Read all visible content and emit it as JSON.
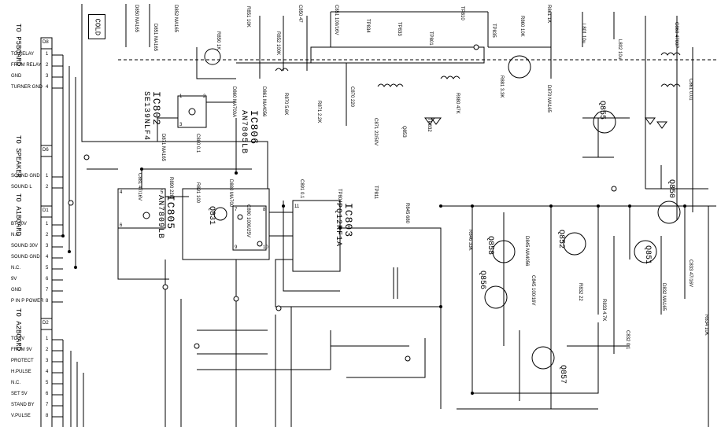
{
  "cold_label": "COLD",
  "connectors": {
    "p5": {
      "head": "TO",
      "board": "P5BOARD",
      "id": "D8"
    },
    "d6": {
      "head": "TO",
      "board": "SPEAKER",
      "id": "D6"
    },
    "d1": {
      "head": "TO",
      "board": "A1BOARD",
      "id": "D1"
    },
    "d2": {
      "head": "TO",
      "board": "A2BOARD",
      "id": "D2"
    }
  },
  "pins_top": [
    "TO RELAY",
    "FROM RELAY",
    "GND",
    "TURNER GND"
  ],
  "pins_speaker": [
    "SOUND GND",
    "SOUND L"
  ],
  "pins_a1": [
    "BT 30V",
    "N.C.",
    "SOUND 30V",
    "SOUND GND",
    "N.C.",
    "9V",
    "GND",
    "P IN P POWER"
  ],
  "pins_a2": [
    "TO 9V",
    "FROM 9V",
    "PROTECT",
    "H.PULSE",
    "N.C.",
    "SET 5V",
    "STAND BY",
    "V.PULSE"
  ],
  "ics": [
    {
      "name": "IC802",
      "part": "SE139NLF4"
    },
    {
      "name": "IC806",
      "part": "AN7805LB"
    },
    {
      "name": "IC805",
      "part": "AN7809LB"
    },
    {
      "name": "IC803",
      "part": "PQ12RF1A"
    }
  ],
  "transistors": [
    "Q855",
    "Q850",
    "Q851",
    "Q852",
    "Q858",
    "Q856",
    "Q857",
    "Q831"
  ],
  "part_labels": [
    "D850 MA165",
    "D851 MA165",
    "D852 MA165",
    "R850 1K",
    "R851 10K",
    "R852 100K",
    "C850 47",
    "C851 100/16V",
    "TP834",
    "TP833",
    "TP801",
    "TP810",
    "TP835",
    "R860 10K",
    "R861 1K",
    "L801 10u",
    "L802 10u",
    "C860 4700P",
    "C861 0.01",
    "D860 MA700A",
    "D861 MA4056",
    "R870 5.6K",
    "R871 2.2K",
    "C870 220",
    "C871 22/50V",
    "Q853",
    "TP832",
    "R880 47K",
    "R881 3.3K",
    "D870 MA165",
    "D871 MA165",
    "C880 0.1",
    "C881 47/16V",
    "R890 22K",
    "R891 100",
    "D880 MA700",
    "C890 1000/25V",
    "C891 0.1",
    "TP804",
    "TP811",
    "R845 680",
    "R846 33K",
    "D845 MA4056",
    "C845 100/16V",
    "R832 22",
    "R833 4.7K",
    "C832 0.1",
    "D832 MA165",
    "C833 47/16V",
    "R834 10K"
  ],
  "pin_numbers": [
    "1",
    "2",
    "3",
    "4",
    "5",
    "6",
    "7",
    "8",
    "9",
    "10",
    "11"
  ]
}
